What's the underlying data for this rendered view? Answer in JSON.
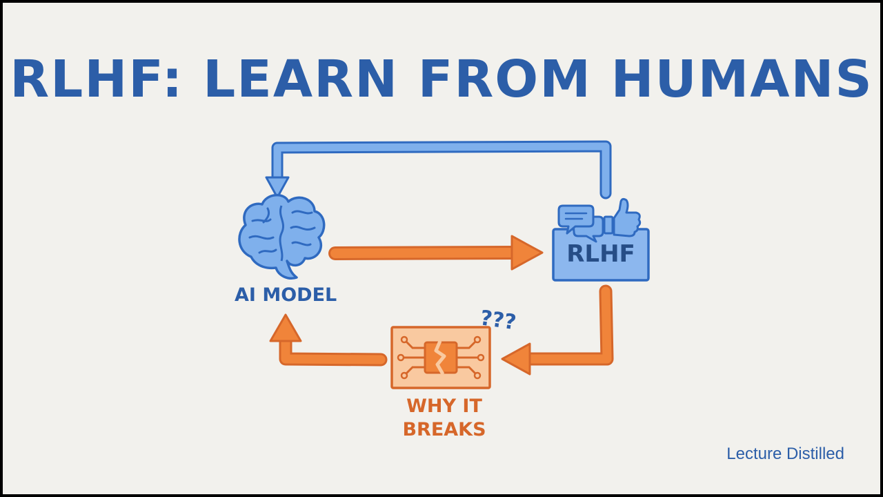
{
  "title": "RLHF: LEARN FROM HUMANS",
  "nodes": {
    "ai_model": {
      "label": "AI MODEL",
      "icon": "brain-icon"
    },
    "rlhf": {
      "label": "RLHF",
      "icons": [
        "chat-bubbles-icon",
        "thumbs-up-icon"
      ]
    },
    "why_it_breaks": {
      "label_line1": "WHY IT",
      "label_line2": "BREAKS",
      "icons": [
        "broken-chip-icon",
        "question-marks-icon"
      ]
    }
  },
  "question_marks": "???",
  "branding": "Lecture Distilled",
  "colors": {
    "background": "#f2f1ed",
    "blue_text": "#2c5ea8",
    "blue_arrow": "#7fb0ec",
    "blue_stroke": "#2f6ac0",
    "orange": "#f0843a",
    "orange_stroke": "#d6672a",
    "orange_fill": "#f9c9a0"
  }
}
